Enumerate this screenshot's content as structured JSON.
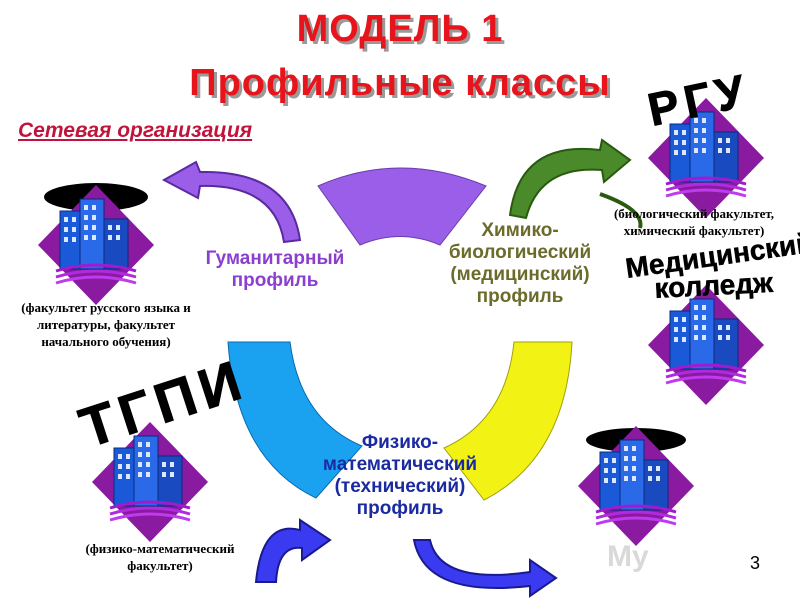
{
  "title": {
    "line1": "МОДЕЛЬ 1",
    "line2": "Профильные классы",
    "color": "#e8141c"
  },
  "subtitle": {
    "text": "Сетевая организация",
    "color": "#c0143c"
  },
  "profiles": {
    "humanitarian": "Гуманитарный профиль",
    "chembio": "Химико-биологический (медицинский) профиль",
    "physmath": "Физико-математический (технический) профиль"
  },
  "institutions": {
    "left_caption": "(факультет русского языка и литературы, факультет начального обучения)",
    "rgu_label": "РГУ",
    "rgu_caption": "(биологический факультет, химический факультет)",
    "med_label_1": "Медицинский",
    "med_label_2": "колледж",
    "tgpi_label": "ТГПИ",
    "tgpi_caption": "(физико-математический факультет)"
  },
  "page_number": "3",
  "watermark": "My",
  "colors": {
    "purple": "#9b5ee8",
    "blue": "#1aa2f0",
    "yellow": "#f2f215",
    "profile_text_purple": "#8a3fd0",
    "profile_text_olive": "#6b6b2b",
    "profile_text_blue": "#1a2aa0",
    "arrow_blue": "#3a3af0",
    "arrow_green": "#4a8a2a",
    "diamond": "#8a1aa0",
    "building": "#1a5ad8"
  },
  "icons": [
    "building-icon",
    "curved-arrow-icon"
  ]
}
